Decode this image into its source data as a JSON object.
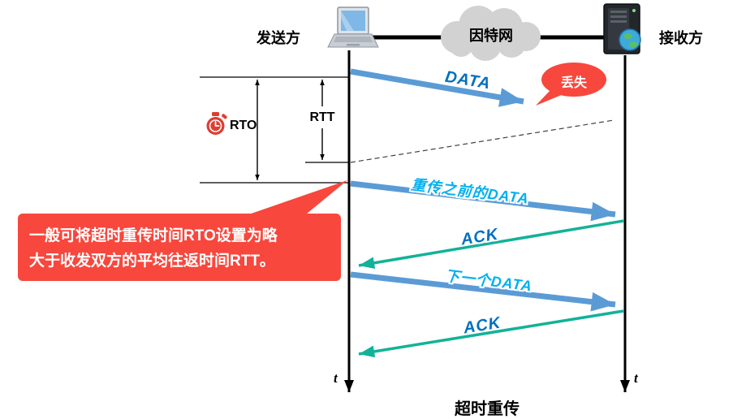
{
  "diagram": {
    "title": "超时重传",
    "nodes": {
      "sender": "发送方",
      "internet": "因特网",
      "receiver": "接收方"
    },
    "timers": {
      "rto": "RTO",
      "rtt": "RTT"
    },
    "messages": {
      "data1": "DATA",
      "lost_badge": "丢失",
      "retransmitted_data": "重传之前的DATA",
      "ack1": "ACK",
      "next_data": "下一个DATA",
      "ack2": "ACK"
    },
    "callout": {
      "line1": "一般可将超时重传时间RTO设置为略",
      "line2": "大于收发双方的平均往返时间RTT。"
    },
    "axes": {
      "sender_time": "t",
      "receiver_time": "t"
    },
    "colors": {
      "data_arrow": "#5B9BD5",
      "ack_arrow": "#12B298",
      "data_label_dark": "#0070C0",
      "data_label_light": "#00B0F0",
      "callout_red": "#F8473D",
      "timeline": "#000000",
      "cloud_gray": "#D2D2D2"
    }
  }
}
